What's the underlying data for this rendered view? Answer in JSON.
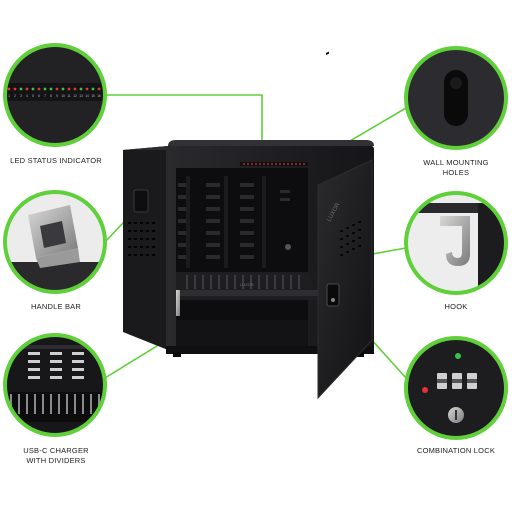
{
  "callouts": {
    "led_status": {
      "label": "LED STATUS INDICATOR"
    },
    "handle_bar": {
      "label": "HANDLE BAR"
    },
    "usb_c_charger": {
      "label": "USB-C CHARGER\nWITH DIVIDERS"
    },
    "wall_mounting": {
      "label": "WALL MOUNTING\nHOLES"
    },
    "hook": {
      "label": "HOOK"
    },
    "combination_lock": {
      "label": "COMBINATION LOCK"
    }
  },
  "led_numbers": [
    "1",
    "2",
    "3",
    "4",
    "5",
    "6",
    "7",
    "8",
    "9",
    "10",
    "11",
    "12",
    "13",
    "14",
    "15",
    "16"
  ],
  "brand": {
    "name": "LUXOR"
  },
  "colors": {
    "accent_green": "#5fcf3a",
    "cabinet_black": "#1c1c1e",
    "led_red": "#e53232",
    "led_green": "#39c24a"
  },
  "icons": [
    "led-strip-icon",
    "handle-icon",
    "charger-icon",
    "keyhole-icon",
    "hook-icon",
    "lock-icon"
  ]
}
